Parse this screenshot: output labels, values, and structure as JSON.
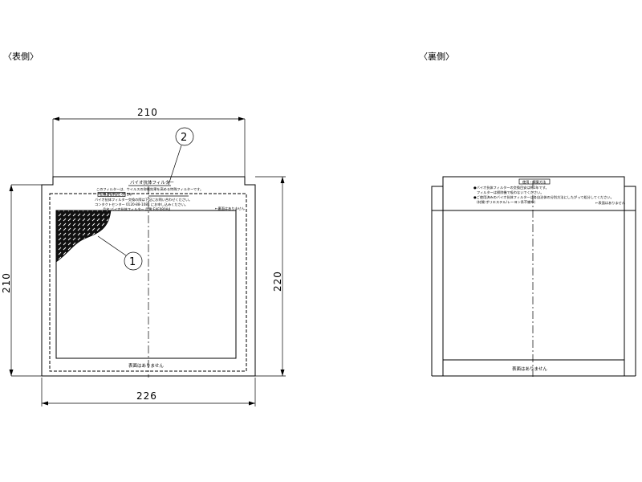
{
  "views": {
    "front_label": "〈表側〉",
    "back_label": "〈裏側〉"
  },
  "dimensions": {
    "top_width": "210",
    "bottom_width": "226",
    "left_height": "210",
    "right_height": "220"
  },
  "callouts": {
    "one": "1",
    "two": "2"
  },
  "front_label_text": {
    "title": "バイオ抗体フィルター",
    "line1": "このフィルターは、ウイルスの抑制効果を高める特殊フィルターです。",
    "line2": "交換目安(ほこり) 1年",
    "line3": "バイオ抗体フィルター交換の際は下記にお問い合わせください。",
    "line4": "コンタクトセンター 0120-88-1081 にお申し込みください。",
    "line5": "品名:バイオ抗体フィルター 品番:EAF080A4",
    "side_note": "←裏面はありません",
    "bottom": "表面はありません"
  },
  "back_label_text": {
    "header": "使用・廃棄方法",
    "line1": "●バイオ抗体フィルターの交換目安は約1年です。",
    "line2": "フィルターは掃除機で吸わないでください。",
    "line3": "●ご使用済みのバイオ抗体フィルターは各自治体の分別方法にしたがって処分してください。",
    "line4": "(材質:ポリエステル/レーヨン系不織布)",
    "side_note": "←表面はありません",
    "bottom": "表面はありません"
  }
}
